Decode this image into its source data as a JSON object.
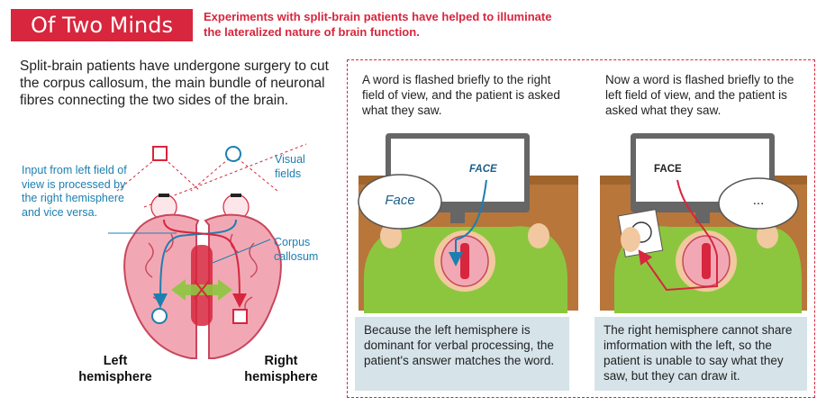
{
  "header": {
    "title": "Of Two Minds",
    "subtitle": "Experiments with split-brain patients have helped to illuminate the lateralized nature of brain function."
  },
  "intro": "Split-brain patients have undergone surgery to cut the corpus callosum, the main bundle of neuronal fibres connecting the two sides of the brain.",
  "diagram": {
    "input_label": "Input from left field of view is processed by the right hemisphere and vice versa.",
    "visual_fields_label": "Visual fields",
    "corpus_label": "Corpus callosum",
    "left_hemisphere_label": "Left hemisphere",
    "right_hemisphere_label": "Right hemisphere"
  },
  "panels": [
    {
      "description": "A word is flashed briefly to the right field of view, and the patient is asked what they saw.",
      "screen_word": "FACE",
      "speech": "Face",
      "caption": "Because the left hemisphere is dominant for verbal processing, the patient's answer matches the word."
    },
    {
      "description": "Now a word is flashed briefly to the left field of view, and the patient is asked what they saw.",
      "screen_word": "FACE",
      "speech": "...",
      "caption": "The right hemisphere cannot share imformation with the left, so the patient is unable to say what they saw, but they can draw it."
    }
  ],
  "colors": {
    "accent": "#d7263d",
    "blue": "#1c7fb0",
    "green": "#8cc63f",
    "desk": "#b8763a",
    "brain": "#f2a8b4"
  }
}
